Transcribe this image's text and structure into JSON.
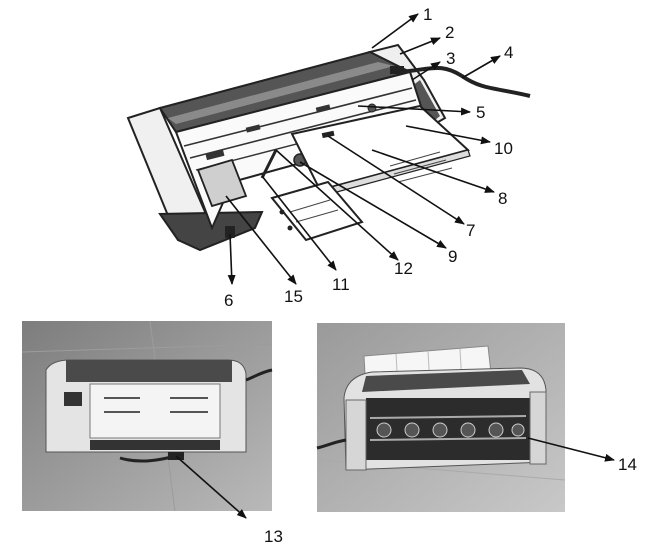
{
  "callouts": [
    "1",
    "2",
    "3",
    "4",
    "5",
    "6",
    "7",
    "8",
    "9",
    "10",
    "11",
    "12",
    "13",
    "14",
    "15"
  ],
  "colors": {
    "line": "#111111",
    "ink": "#222222",
    "photo_bg": "#8f8f8f",
    "shell": "#e6e6e6"
  }
}
